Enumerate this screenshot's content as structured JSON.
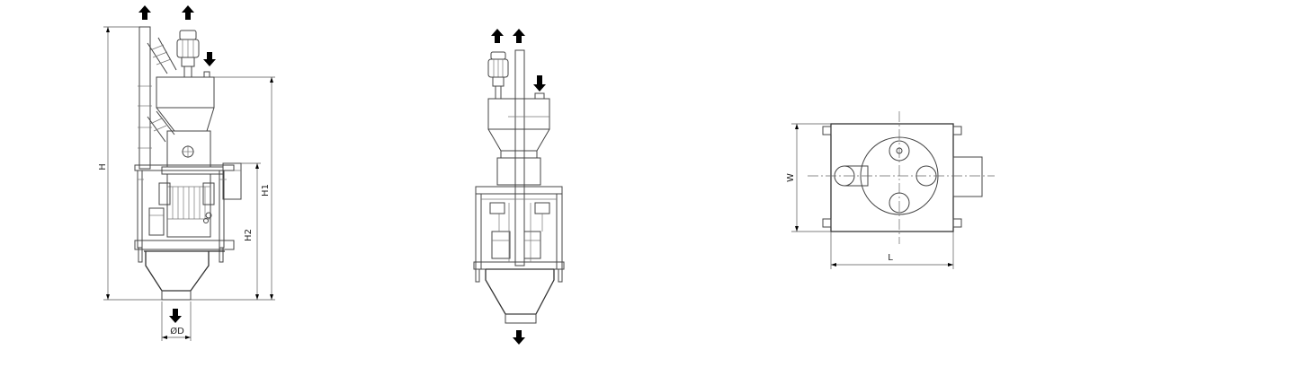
{
  "drawing": {
    "front_view": {
      "dimension_labels": {
        "height": "H",
        "height_1": "H1",
        "height_2": "H2",
        "outlet_diameter": "ØD"
      }
    },
    "plan_view": {
      "dimension_labels": {
        "length": "L",
        "width": "W"
      }
    }
  }
}
